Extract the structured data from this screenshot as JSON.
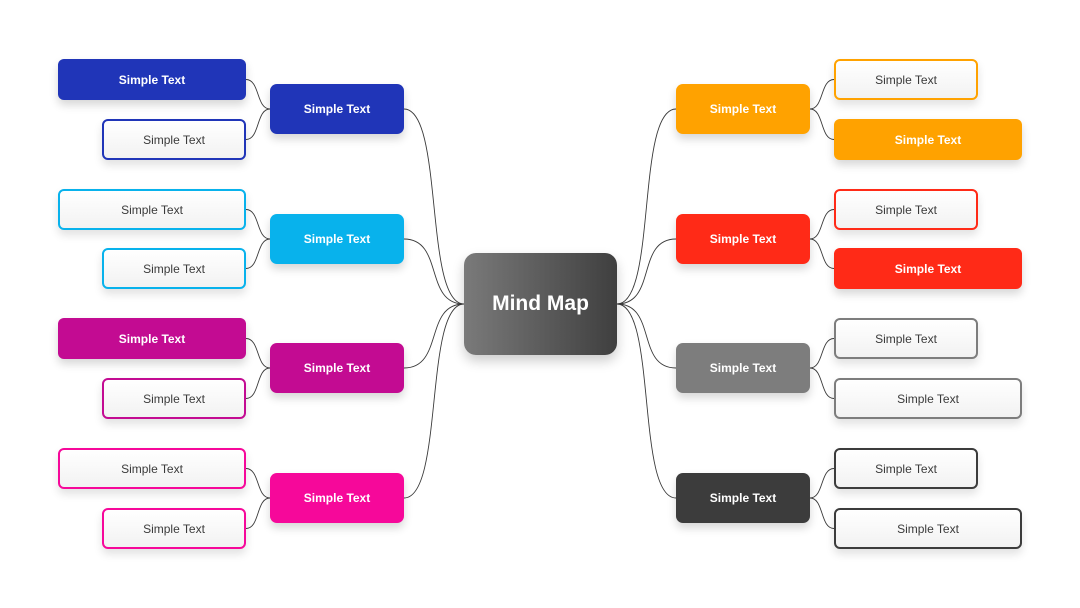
{
  "center": {
    "label": "Mind Map"
  },
  "left_branches": [
    {
      "label": "Simple Text",
      "color": "#2035b8",
      "children": [
        {
          "label": "Simple Text",
          "style": "filled"
        },
        {
          "label": "Simple Text",
          "style": "outline"
        }
      ]
    },
    {
      "label": "Simple Text",
      "color": "#08b2ec",
      "children": [
        {
          "label": "Simple Text",
          "style": "outline"
        },
        {
          "label": "Simple Text",
          "style": "outline"
        }
      ]
    },
    {
      "label": "Simple Text",
      "color": "#c30b92",
      "children": [
        {
          "label": "Simple Text",
          "style": "filled"
        },
        {
          "label": "Simple Text",
          "style": "outline"
        }
      ]
    },
    {
      "label": "Simple Text",
      "color": "#f6089a",
      "children": [
        {
          "label": "Simple Text",
          "style": "outline"
        },
        {
          "label": "Simple Text",
          "style": "outline"
        }
      ]
    }
  ],
  "right_branches": [
    {
      "label": "Simple Text",
      "color": "#ffa200",
      "children": [
        {
          "label": "Simple Text",
          "style": "outline"
        },
        {
          "label": "Simple Text",
          "style": "filled"
        }
      ]
    },
    {
      "label": "Simple Text",
      "color": "#ff2a17",
      "children": [
        {
          "label": "Simple Text",
          "style": "outline"
        },
        {
          "label": "Simple Text",
          "style": "filled"
        }
      ]
    },
    {
      "label": "Simple Text",
      "color": "#7d7d7d",
      "children": [
        {
          "label": "Simple Text",
          "style": "outline"
        },
        {
          "label": "Simple Text",
          "style": "outline"
        }
      ]
    },
    {
      "label": "Simple Text",
      "color": "#3c3c3c",
      "children": [
        {
          "label": "Simple Text",
          "style": "outline"
        },
        {
          "label": "Simple Text",
          "style": "outline"
        }
      ]
    }
  ]
}
